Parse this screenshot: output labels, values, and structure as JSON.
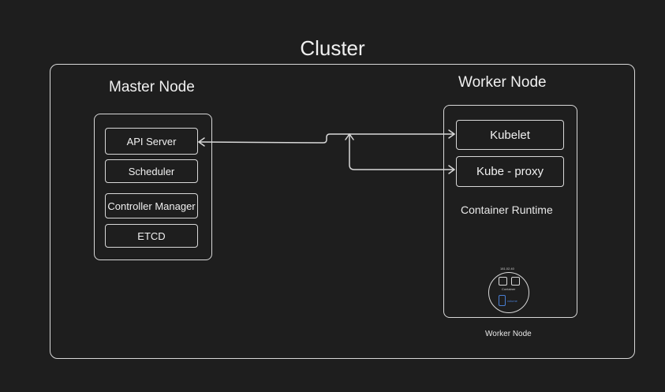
{
  "diagram": {
    "title": "Cluster",
    "master": {
      "heading": "Master Node",
      "components": [
        "API Server",
        "Scheduler",
        "Controller Manager",
        "ETCD"
      ]
    },
    "worker": {
      "heading": "Worker Node",
      "components": [
        "Kubelet",
        "Kube - proxy"
      ],
      "runtime": "Container Runtime",
      "pod": {
        "ip": "181.02.40",
        "container_label": "Container",
        "volume_label": "volume",
        "volume_color": "#4a7fd4"
      },
      "footer": "Worker Node"
    },
    "colors": {
      "background": "#1e1e1e",
      "stroke": "#d8d8d8"
    }
  }
}
